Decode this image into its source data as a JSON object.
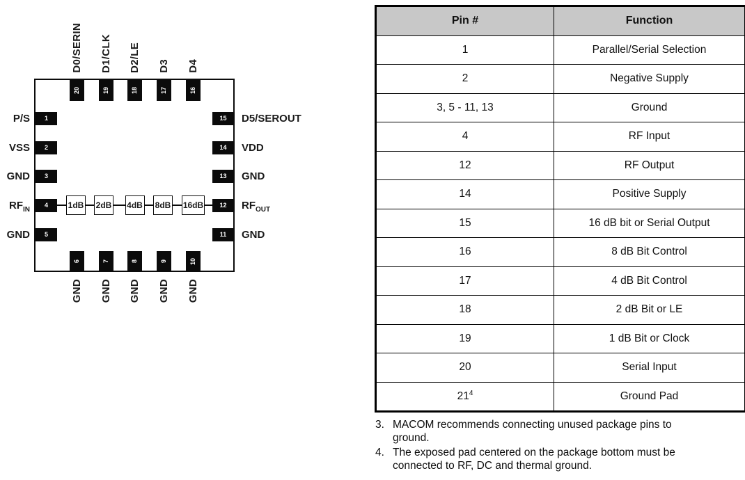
{
  "diagram": {
    "top_pins": [
      {
        "num": "20",
        "label": "D0/SERIN"
      },
      {
        "num": "19",
        "label": "D1/CLK"
      },
      {
        "num": "18",
        "label": "D2/LE"
      },
      {
        "num": "17",
        "label": "D3"
      },
      {
        "num": "16",
        "label": "D4"
      }
    ],
    "left_pins": [
      {
        "num": "1",
        "label": "P/S"
      },
      {
        "num": "2",
        "label": "VSS"
      },
      {
        "num": "3",
        "label": "GND"
      },
      {
        "num": "4",
        "label": "RF",
        "sub": "IN"
      },
      {
        "num": "5",
        "label": "GND"
      }
    ],
    "right_pins": [
      {
        "num": "15",
        "label": "D5/SEROUT"
      },
      {
        "num": "14",
        "label": "VDD"
      },
      {
        "num": "13",
        "label": "GND"
      },
      {
        "num": "12",
        "label": "RF",
        "sub": "OUT"
      },
      {
        "num": "11",
        "label": "GND"
      }
    ],
    "bottom_pins": [
      {
        "num": "6",
        "label": "GND"
      },
      {
        "num": "7",
        "label": "GND"
      },
      {
        "num": "8",
        "label": "GND"
      },
      {
        "num": "9",
        "label": "GND"
      },
      {
        "num": "10",
        "label": "GND"
      }
    ],
    "attenuator_blocks": [
      "1dB",
      "2dB",
      "4dB",
      "8dB",
      "16dB"
    ]
  },
  "table": {
    "headers": [
      "Pin #",
      "Function"
    ],
    "rows": [
      {
        "pin": "1",
        "function": "Parallel/Serial Selection"
      },
      {
        "pin": "2",
        "function": "Negative Supply"
      },
      {
        "pin": "3, 5 - 11, 13",
        "function": "Ground"
      },
      {
        "pin": "4",
        "function": "RF Input"
      },
      {
        "pin": "12",
        "function": "RF Output"
      },
      {
        "pin": "14",
        "function": "Positive Supply"
      },
      {
        "pin": "15",
        "function": "16 dB bit or Serial Output"
      },
      {
        "pin": "16",
        "function": "8 dB Bit Control"
      },
      {
        "pin": "17",
        "function": "4 dB Bit Control"
      },
      {
        "pin": "18",
        "function": "2 dB Bit or LE"
      },
      {
        "pin": "19",
        "function": "1 dB Bit or Clock"
      },
      {
        "pin": "20",
        "function": "Serial Input"
      },
      {
        "pin": "21",
        "pin_sup": "4",
        "function": "Ground Pad"
      }
    ]
  },
  "notes": [
    {
      "num": "3.",
      "text": "MACOM recommends connecting unused package pins to ground."
    },
    {
      "num": "4.",
      "text": "The exposed pad centered on the package bottom must be connected to RF, DC and thermal ground."
    }
  ],
  "colors": {
    "pin_fill": "#0b0b0b",
    "header_bg": "#c8c8c8",
    "border": "#000000"
  }
}
